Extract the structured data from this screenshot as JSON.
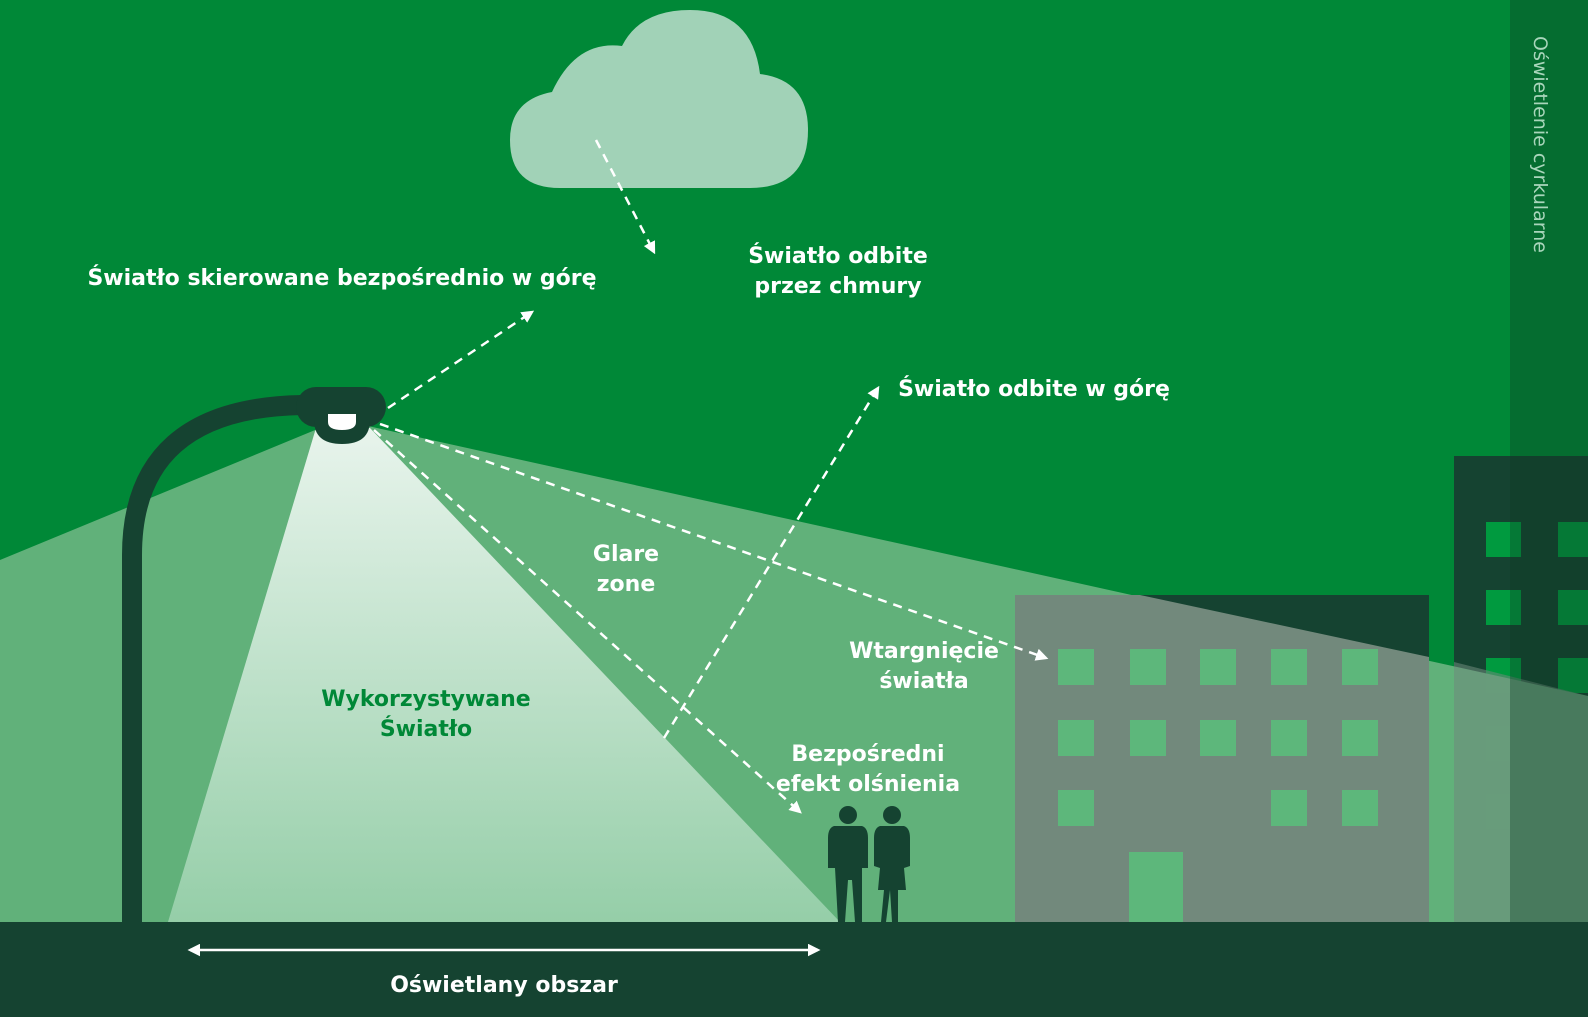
{
  "side_tab": {
    "text": "Oświetlenie cyrkularne"
  },
  "labels": {
    "direct_up": "Światło skierowane bezpośrednio w górę",
    "cloud_reflect_line1": "Światło odbite",
    "cloud_reflect_line2": "przez chmury",
    "reflected_up": "Światło odbite w górę",
    "glare_zone_line1": "Glare",
    "glare_zone_line2": "zone",
    "used_light_line1": "Wykorzystywane",
    "used_light_line2": "Światło",
    "trespass_line1": "Wtargnięcie",
    "trespass_line2": "światła",
    "direct_glare_line1": "Bezpośredni",
    "direct_glare_line2": "efekt olśnienia",
    "illuminated_area": "Oświetlany obszar"
  },
  "colors": {
    "sky": "#008837",
    "ground": "#154331",
    "dark": "#154331",
    "cloud": "#a1d2b7",
    "light_spill": "#64b37d",
    "used_light_top": "#e6f2ea",
    "used_light_bottom": "#97cfa9",
    "building": "#70897b",
    "window": "#5db77b",
    "label_white": "#ffffff",
    "label_green": "#008837",
    "side_tab": "#0f6b33"
  },
  "icons": [
    "cloud-icon",
    "street-lamp-icon",
    "person-icon",
    "building-icon",
    "arrow-icon"
  ]
}
